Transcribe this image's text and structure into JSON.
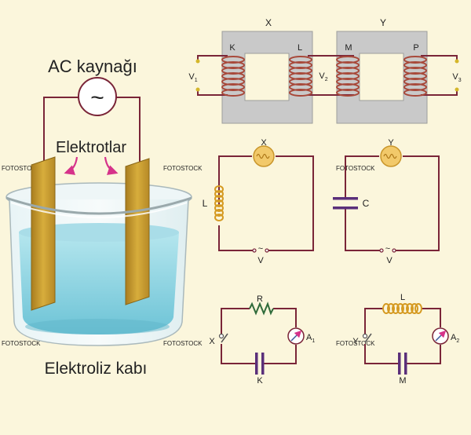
{
  "electrolysis": {
    "source_label": "AC kaynağı",
    "source_symbol": "~",
    "electrodes_label": "Elektrotlar",
    "container_label": "Elektroliz kabı"
  },
  "transformers": {
    "core_x_label": "X",
    "core_y_label": "Y",
    "coil_k": "K",
    "coil_l": "L",
    "coil_m": "M",
    "coil_p": "P",
    "v1": {
      "main": "V",
      "sub": "1"
    },
    "v2": {
      "main": "V",
      "sub": "2"
    },
    "v3": {
      "main": "V",
      "sub": "3"
    }
  },
  "circuit_lx": {
    "lamp_label": "X",
    "inductor_label": "L",
    "source_symbol": "~",
    "source_label": "V"
  },
  "circuit_cy": {
    "lamp_label": "Y",
    "capacitor_label": "C",
    "source_symbol": "~",
    "source_label": "V"
  },
  "circuit_rk": {
    "resistor_label": "R",
    "switch_label": "X",
    "ammeter": {
      "main": "A",
      "sub": "1"
    },
    "capacitor_label": "K"
  },
  "circuit_lm": {
    "inductor_label": "L",
    "switch_label": "Y",
    "ammeter": {
      "main": "A",
      "sub": "2"
    },
    "capacitor_label": "M"
  },
  "watermarks": [
    "FOTOSTOCK",
    "FOTOSTOCK",
    "FOTOSTOCK",
    "FOTOSTOCK",
    "FOTOSTOCK",
    "FOTOSTOCK"
  ],
  "colors": {
    "background": "#fbf6dc",
    "wire": "#7a2538",
    "core": "#c9c9c9",
    "coil": "#a8493a",
    "electrode": "#c9a030",
    "liquid": "#8fd3e0",
    "lamp": "#f2c96a",
    "arrow": "#d6338a",
    "capacitor": "#5a2f7a"
  }
}
